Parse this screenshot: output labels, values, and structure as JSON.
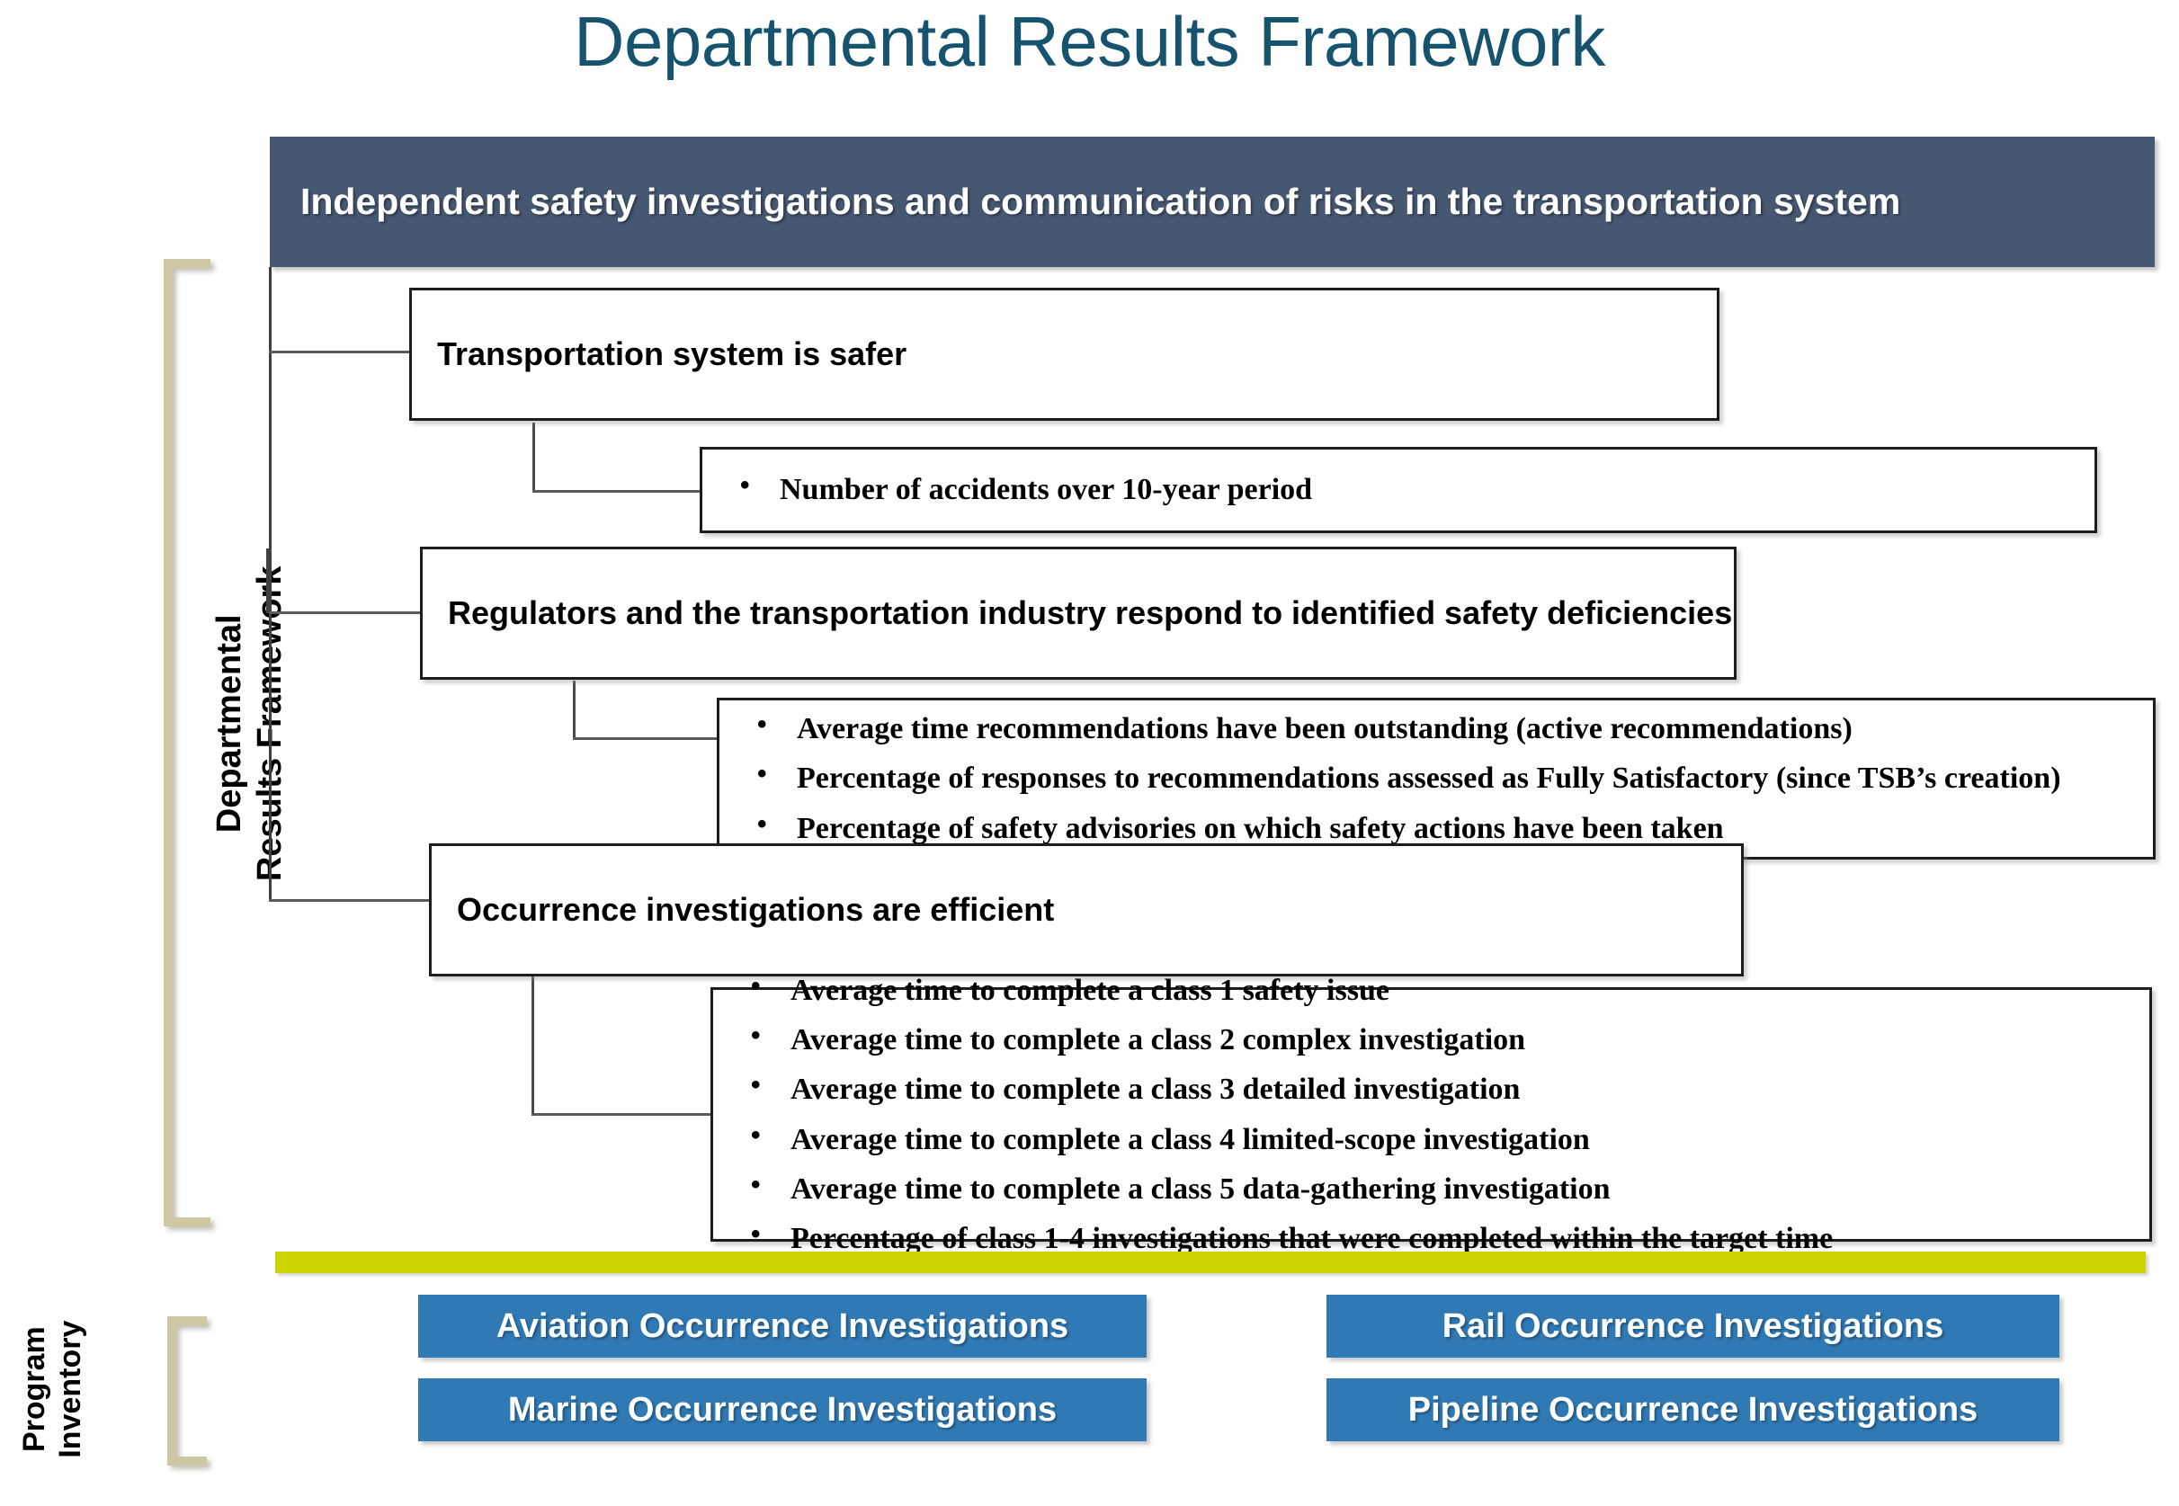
{
  "page": {
    "title": "Departmental Results Framework",
    "title_color": "#16536e"
  },
  "side_labels": {
    "framework": "Departmental\nResults Framework",
    "framework_line_1": "Departmental",
    "framework_line_2": "Results Framework",
    "program_inventory": "Program\nInventory",
    "program_inventory_line_1": "Program",
    "program_inventory_line_2": "Inventory",
    "bracket_color": "#cdc8a1"
  },
  "core_responsibility": {
    "label": "Independent safety investigations and communication of risks in the transportation system",
    "background_color": "#465771",
    "text_color": "#ffffff"
  },
  "results": [
    {
      "id": "transportation-system-is-safer",
      "label": "Transportation system is safer",
      "indicators": [
        "Number of accidents over 10-year period"
      ]
    },
    {
      "id": "regulators-and-industry-respond",
      "label": "Regulators and the transportation industry respond to identified safety deficiencies",
      "indicators": [
        "Average time recommendations have been outstanding (active recommendations)",
        "Percentage of responses to recommendations assessed as Fully Satisfactory (since TSB’s creation)",
        "Percentage of safety advisories on which safety actions have been taken"
      ]
    },
    {
      "id": "occurrence-investigations-are-efficient",
      "label": "Occurrence investigations are efficient",
      "indicators": [
        "Average time to complete a class 1 safety issue",
        "Average time to complete a class 2 complex investigation",
        "Average time to complete a class 3 detailed investigation",
        "Average time to complete a class 4 limited-scope investigation",
        "Average time to complete a class 5 data-gathering investigation",
        "Percentage of class 1-4 investigations that were completed within the target time"
      ]
    }
  ],
  "divider": {
    "color": "#c9d400"
  },
  "program_inventory": {
    "button_color": "#2f79b5",
    "programs": [
      "Aviation Occurrence Investigations",
      "Marine Occurrence Investigations",
      "Rail Occurrence Investigations",
      "Pipeline Occurrence Investigations"
    ]
  }
}
